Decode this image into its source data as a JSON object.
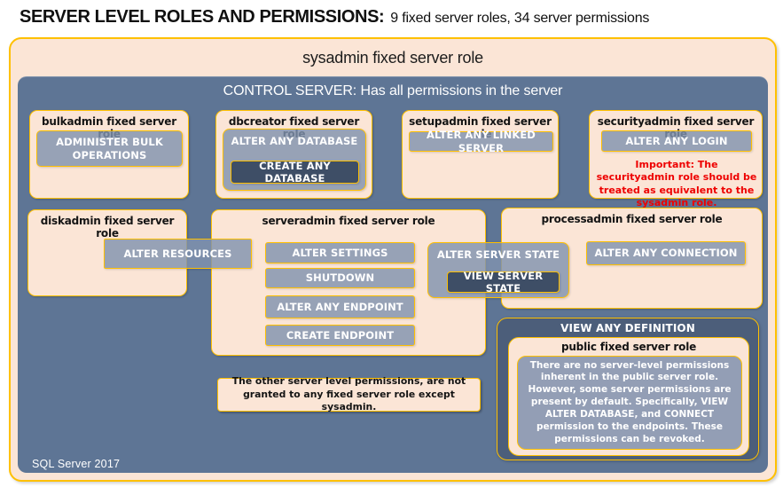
{
  "header": {
    "title_bold": "SERVER LEVEL ROLES AND PERMISSIONS:",
    "title_rest": "9 fixed server roles, 34 server permissions"
  },
  "sysadmin": {
    "label": "sysadmin fixed server role"
  },
  "control": {
    "label": "CONTROL SERVER: Has all permissions in the server"
  },
  "roles": {
    "bulkadmin": {
      "title": "bulkadmin fixed server role",
      "perm_administer_bulk": "ADMINISTER BULK OPERATIONS"
    },
    "dbcreator": {
      "title": "dbcreator fixed server role",
      "perm_alter_any_database": "ALTER ANY DATABASE",
      "perm_create_any_database": "CREATE ANY DATABASE"
    },
    "setupadmin": {
      "title": "setupadmin fixed server role",
      "perm_alter_any_linked_server": "ALTER ANY LINKED SERVER"
    },
    "securityadmin": {
      "title": "securityadmin fixed server role",
      "perm_alter_any_login": "ALTER ANY LOGIN",
      "warning": "Important: The securityadmin role should be treated as equivalent to the sysadmin role."
    },
    "diskadmin": {
      "title": "diskadmin fixed server role",
      "perm_alter_resources": "ALTER RESOURCES"
    },
    "serveradmin": {
      "title": "serveradmin fixed server role",
      "perm_alter_settings": "ALTER SETTINGS",
      "perm_shutdown": "SHUTDOWN",
      "perm_alter_any_endpoint": "ALTER ANY ENDPOINT",
      "perm_create_endpoint": "CREATE ENDPOINT",
      "perm_alter_server_state": "ALTER SERVER STATE",
      "perm_view_server_state": "VIEW SERVER STATE"
    },
    "processadmin": {
      "title": "processadmin fixed server role",
      "perm_alter_any_connection": "ALTER ANY CONNECTION"
    },
    "public": {
      "group_label": "VIEW ANY DEFINITION",
      "title": "public fixed server role",
      "body": "There are no server-level permissions inherent in the public server role. However, some server permissions are present by default. Specifically, VIEW ALTER DATABASE, and CONNECT permission to the endpoints. These permissions can be revoked."
    }
  },
  "note": {
    "text": "The other server level permissions, are not granted to any fixed server role except sysadmin."
  },
  "footer": {
    "text": "SQL Server 2017"
  },
  "colors": {
    "peach": "#FBE5D6",
    "gold_border": "#FFC000",
    "control_blue": "#5E7595",
    "permission_fill": "#8496B0",
    "dark_fill": "#44546A",
    "warning_red": "#EE0000"
  }
}
